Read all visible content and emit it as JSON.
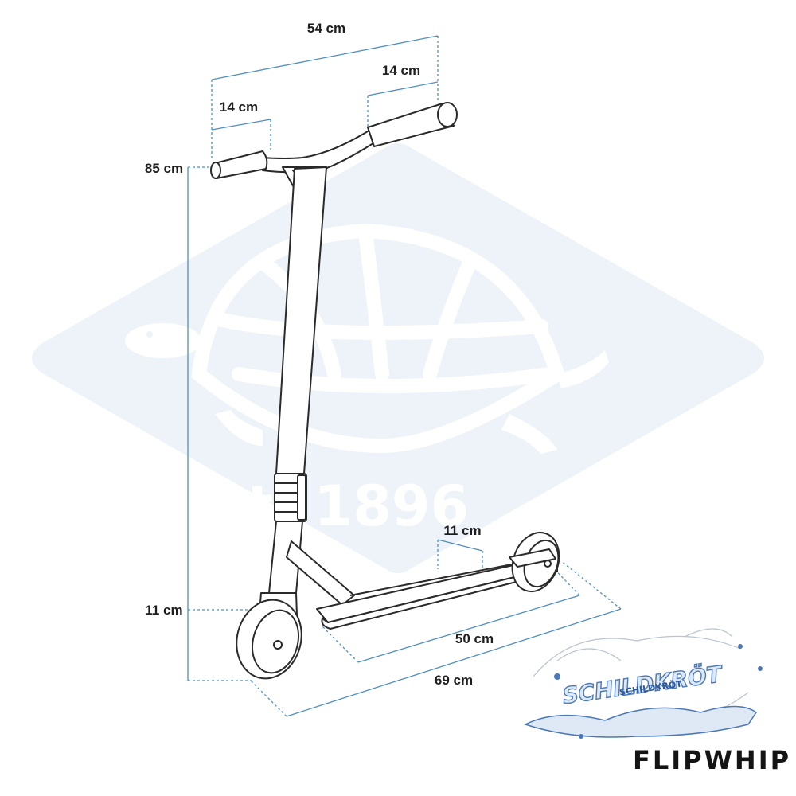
{
  "watermark": {
    "text": "est. 1896",
    "color": "#eef3fa"
  },
  "dimensions": {
    "bar_width": "54 cm",
    "grip_right": "14 cm",
    "grip_left": "14 cm",
    "height": "85 cm",
    "wheel_height": "11 cm",
    "deck_width": "11 cm",
    "deck_length": "50 cm",
    "total_length": "69 cm"
  },
  "brand": {
    "logo_text": "SCHILDKRÖT",
    "logo_subtext": "SCHILDKRÖT",
    "product_name": "FLIPWHIP"
  },
  "colors": {
    "dimension_line": "#4f8fc0",
    "outline": "#2a2a2a",
    "brand_blue": "#4a78b8"
  }
}
